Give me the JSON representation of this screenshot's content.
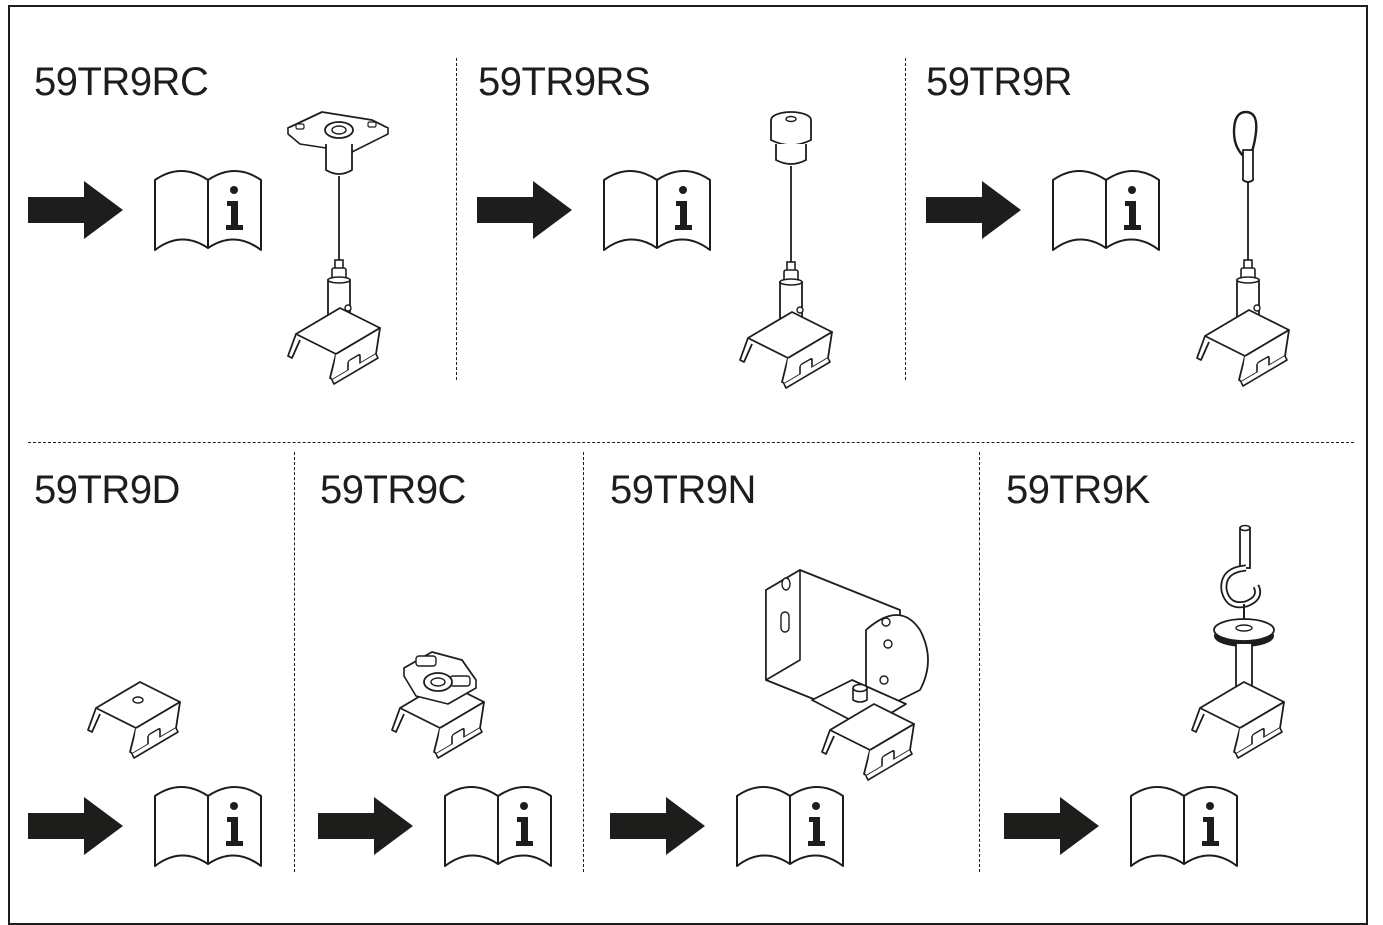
{
  "colors": {
    "ink": "#1d1d1b",
    "paper": "#ffffff"
  },
  "cells": [
    {
      "code": "59TR9RC",
      "icons": [
        "arrow-icon",
        "manual-info-icon"
      ],
      "part": "cable-suspension-with-ceiling-clip"
    },
    {
      "code": "59TR9RS",
      "icons": [
        "arrow-icon",
        "manual-info-icon"
      ],
      "part": "cable-suspension-with-round-cap"
    },
    {
      "code": "59TR9R",
      "icons": [
        "arrow-icon",
        "manual-info-icon"
      ],
      "part": "cable-suspension-with-loop-hook"
    },
    {
      "code": "59TR9D",
      "icons": [
        "arrow-icon",
        "manual-info-icon"
      ],
      "part": "track-clip"
    },
    {
      "code": "59TR9C",
      "icons": [
        "arrow-icon",
        "manual-info-icon"
      ],
      "part": "ceiling-clip-on-track-clip"
    },
    {
      "code": "59TR9N",
      "icons": [
        "arrow-icon",
        "manual-info-icon"
      ],
      "part": "angle-wall-bracket"
    },
    {
      "code": "59TR9K",
      "icons": [
        "arrow-icon",
        "manual-info-icon"
      ],
      "part": "eye-hook-rod-suspension"
    }
  ],
  "manual_glyph": "i"
}
